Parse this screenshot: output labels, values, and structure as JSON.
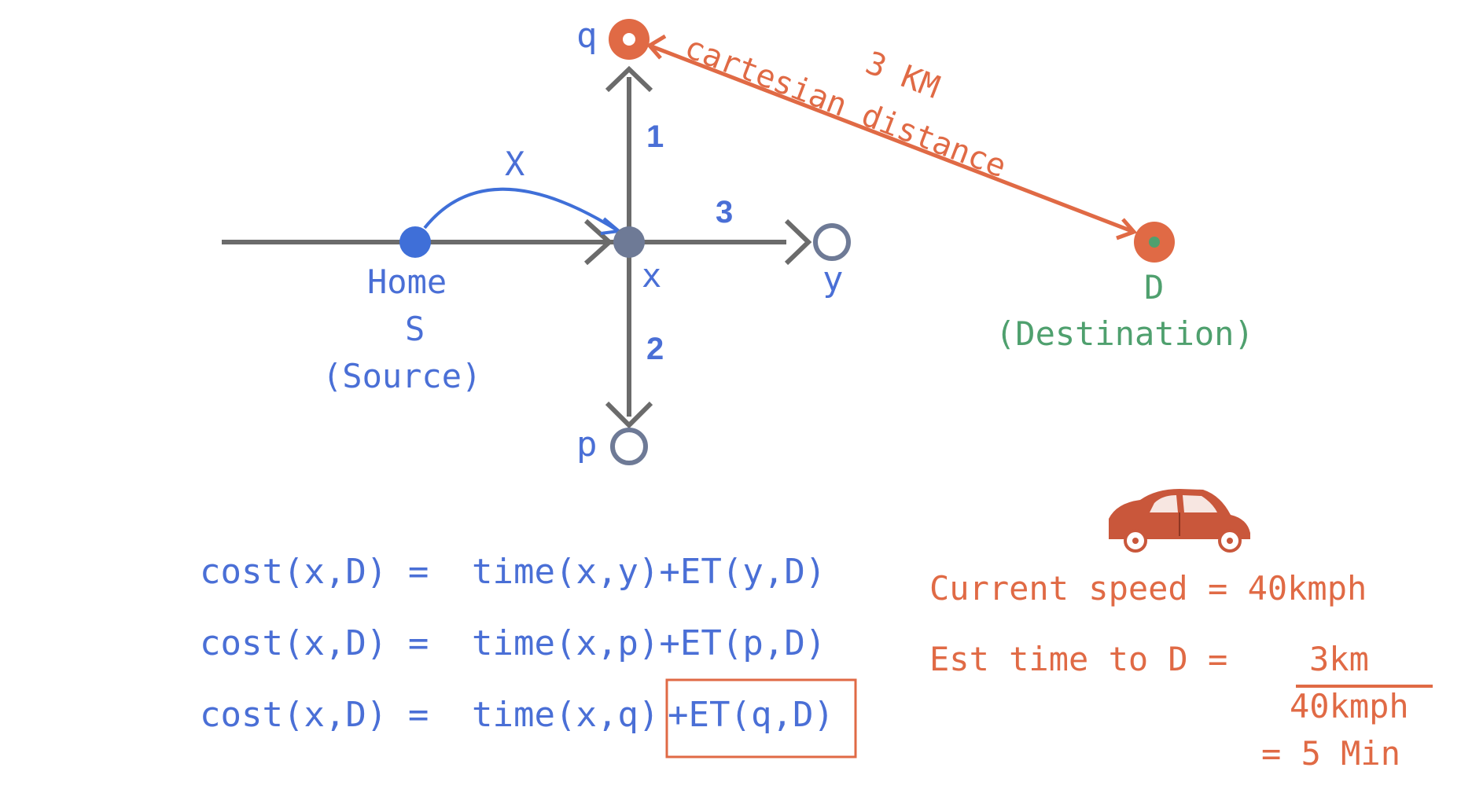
{
  "colors": {
    "graph_gray": "#6b6b6b",
    "node_gray": "#6e7a96",
    "source_blue": "#3f6fd8",
    "text_blue": "#4a6fd6",
    "accent_orange": "#e06a45",
    "dest_green": "#4fa06e",
    "car_red": "#c9573b"
  },
  "graph": {
    "node_q": "q",
    "node_p": "p",
    "node_x": "x",
    "node_y": "y",
    "edge_1": "1",
    "edge_2": "2",
    "edge_3": "3",
    "edge_X": "X",
    "source_line1": "Home",
    "source_line2": "S",
    "source_line3": "(Source)",
    "dest_line1": "D",
    "dest_line2": "(Destination)",
    "distance_top": "3 KM",
    "distance_bottom": "cartesian distance"
  },
  "equations": {
    "row1_left": "cost(x,D) =",
    "row1_right": "time(x,y)+ET(y,D)",
    "row2_left": "cost(x,D) =",
    "row2_right": "time(x,p)+ET(p,D)",
    "row3_left": "cost(x,D) =",
    "row3_time": "time(x,q)",
    "row3_et": "+ET(q,D)"
  },
  "estimate": {
    "car_icon": "car-icon",
    "speed_line": "Current speed = 40kmph",
    "est_label": "Est time to D =",
    "numerator": "3km",
    "denominator": "40kmph",
    "result": "= 5 Min"
  }
}
